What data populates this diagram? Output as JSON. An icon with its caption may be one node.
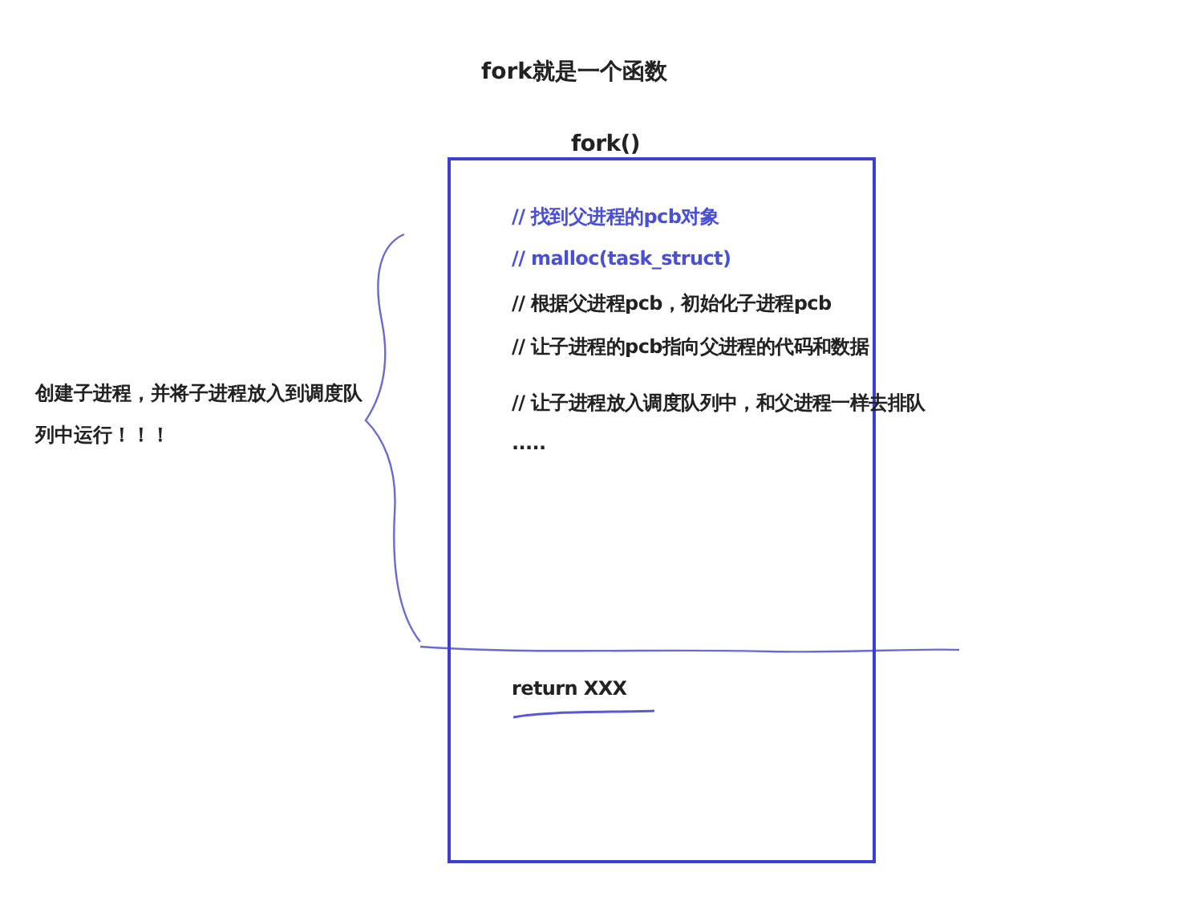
{
  "diagram": {
    "title": "fork就是一个函数",
    "nodes": [
      {
        "text": [
          "fork()",
          "// 找到父进程的pcb对象",
          "// malloc(task_struct)",
          "// 根据父进程pcb，初始化子进程pcb",
          "// 让子进程的pcb指向父进程的代码和数据",
          "// 让子进程放入调度队列中，和父进程一样去排队",
          ".....",
          "return XXX"
        ]
      }
    ],
    "labels": [
      "创建子进程，并将子进程放入到调度队列中运行！！！"
    ]
  }
}
